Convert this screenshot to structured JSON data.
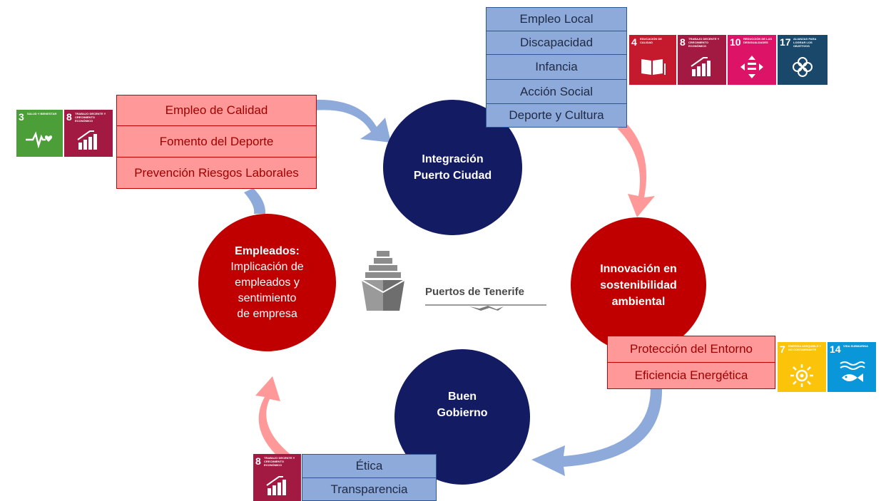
{
  "center": {
    "org_name": "Puertos de Tenerife"
  },
  "circles": {
    "integracion": {
      "line1": "Integración",
      "line2": "Puerto Ciudad"
    },
    "innovacion": {
      "line1": "Innovación  en",
      "line2": "sostenibilidad",
      "line3": "ambiental"
    },
    "gobierno": {
      "line1": "Buen",
      "line2": "Gobierno"
    },
    "empleados": {
      "title": "Empleados:",
      "line1": "Implicación de",
      "line2": "empleados y",
      "line3": "sentimiento",
      "line4": "de empresa"
    }
  },
  "boxes": {
    "integracion": [
      "Empleo Local",
      "Discapacidad",
      "Infancia",
      "Acción Social",
      "Deporte y Cultura"
    ],
    "empleados": [
      "Empleo de Calidad",
      "Fomento del Deporte",
      "Prevención Riesgos  Laborales"
    ],
    "innovacion": [
      "Protección del Entorno",
      "Eficiencia Energética"
    ],
    "gobierno": [
      "Ética",
      "Transparencia"
    ]
  },
  "sdg": {
    "s3": {
      "num": "3",
      "label": "Salud y bienestar",
      "color": "#4c9f38",
      "icon": "heartbeat-icon"
    },
    "s4": {
      "num": "4",
      "label": "Educación de calidad",
      "color": "#c5192d",
      "icon": "book-icon"
    },
    "s7": {
      "num": "7",
      "label": "Energía asequible y no contaminante",
      "color": "#fcc30b",
      "icon": "sun-icon"
    },
    "s8": {
      "num": "8",
      "label": "Trabajo decente y crecimiento económico",
      "color": "#a21942",
      "icon": "growth-chart-icon"
    },
    "s10": {
      "num": "10",
      "label": "Reducción de las desigualdades",
      "color": "#dd1367",
      "icon": "equality-icon"
    },
    "s14": {
      "num": "14",
      "label": "Vida submarina",
      "color": "#0a97d9",
      "icon": "fish-icon"
    },
    "s17": {
      "num": "17",
      "label": "Alianzas para lograr los objetivos",
      "color": "#19486a",
      "icon": "flower-icon"
    }
  }
}
